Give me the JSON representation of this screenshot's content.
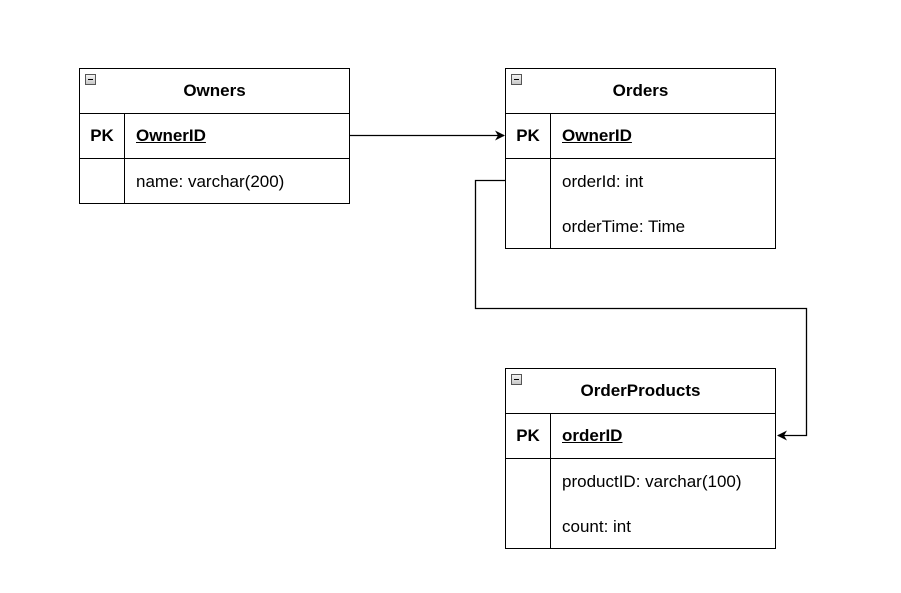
{
  "entities": {
    "owners": {
      "title": "Owners",
      "pk_label": "PK",
      "pk_field": "OwnerID",
      "fields": [
        "name: varchar(200)"
      ]
    },
    "orders": {
      "title": "Orders",
      "pk_label": "PK",
      "pk_field": "OwnerID",
      "fields": [
        "orderId: int",
        "orderTime: Time"
      ]
    },
    "order_products": {
      "title": "OrderProducts",
      "pk_label": "PK",
      "pk_field": "orderID",
      "fields": [
        "productID: varchar(100)",
        "count: int"
      ]
    }
  }
}
